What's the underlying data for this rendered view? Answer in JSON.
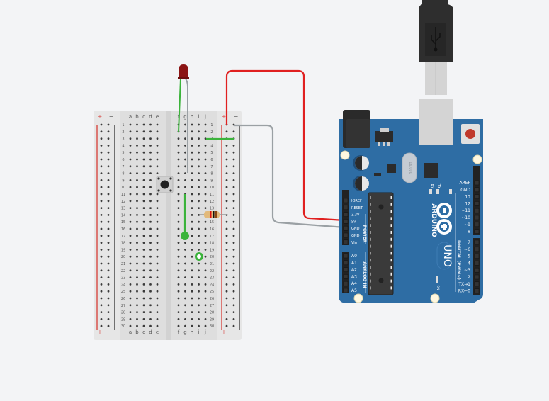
{
  "canvas": {
    "background": "#f3f4f6"
  },
  "breadboard": {
    "rows": 30,
    "left_columns": [
      "a",
      "b",
      "c",
      "d",
      "e"
    ],
    "right_columns": [
      "f",
      "g",
      "h",
      "i",
      "j"
    ],
    "rail_plus": "+",
    "rail_minus": "−",
    "colors": {
      "body": "#dcdcdc",
      "hole": "#3a3a3a",
      "plus_line": "#d9534f",
      "minus_line": "#222222",
      "text": "#555555"
    }
  },
  "components": {
    "led": {
      "name": "LED",
      "color": "#8b1414"
    },
    "pushbutton": {
      "name": "Pushbutton"
    },
    "resistor": {
      "name": "Resistor",
      "bands": [
        "#e01010",
        "#111111",
        "#8b4513"
      ]
    },
    "usb_cable": {
      "name": "USB cable"
    }
  },
  "wires": [
    {
      "name": "led-anode-wire",
      "color": "#3bb33b"
    },
    {
      "name": "led-cathode-wire",
      "color": "#9aa0a4"
    },
    {
      "name": "5v-wire",
      "color": "#e02020"
    },
    {
      "name": "gnd-wire",
      "color": "#9aa0a4"
    },
    {
      "name": "row3-jumper",
      "color": "#3bb33b"
    },
    {
      "name": "button-pin-wire",
      "color": "#3bb33b"
    }
  ],
  "arduino": {
    "board_color": "#2e6da4",
    "brand": "ARDUINO",
    "model": "UNO",
    "power_label": "POWER",
    "analog_label": "ANALOG IN",
    "digital_label": "DIGITAL (PWM~)",
    "on_label": "ON",
    "crystal_label": "16.000",
    "rx_label": "RX",
    "tx_label": "TX",
    "l_label": "L",
    "power_pins": [
      "IOREF",
      "RESET",
      "3.3V",
      "5V",
      "GND",
      "GND",
      "Vin"
    ],
    "analog_pins": [
      "A0",
      "A1",
      "A2",
      "A3",
      "A4",
      "A5"
    ],
    "digital_pins_top": [
      "AREF",
      "GND",
      "13",
      "12",
      "~11",
      "~10",
      "~9",
      "8"
    ],
    "digital_pins_bottom": [
      "7",
      "~6",
      "~5",
      "4",
      "~3",
      "2",
      "TX→1",
      "RX←0"
    ]
  }
}
